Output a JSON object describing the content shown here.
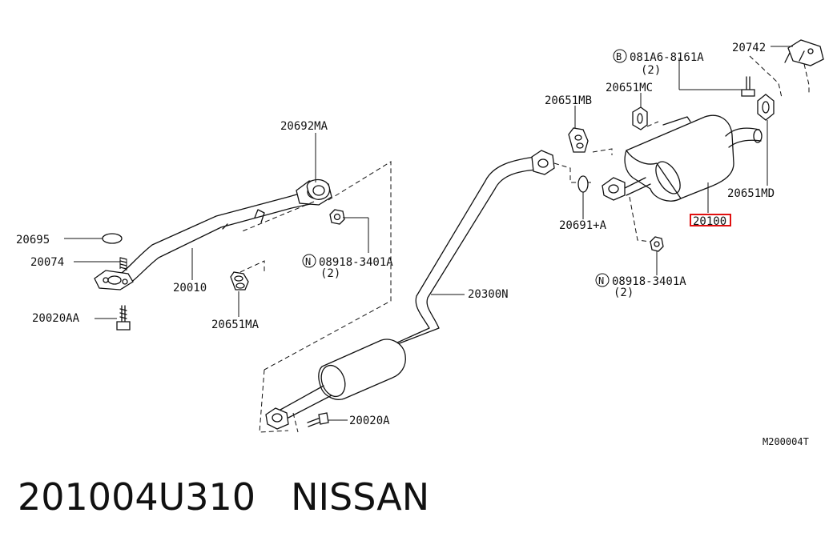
{
  "diagram": {
    "labels": {
      "p20742": "20742",
      "p081A6": "081A6-8161A",
      "p081A6_qty": "(2)",
      "p081A6_mark": "B",
      "p20651MC": "20651MC",
      "p20651MB": "20651MB",
      "p20692MA": "20692MA",
      "p20651MD": "20651MD",
      "p20100": "20100",
      "p20691A": "20691+A",
      "p08918_right": "08918-3401A",
      "p08918_right_qty": "(2)",
      "p08918_right_mark": "N",
      "p20695": "20695",
      "p20074": "20074",
      "p20010": "20010",
      "p08918_left": "08918-3401A",
      "p08918_left_qty": "(2)",
      "p08918_left_mark": "N",
      "p20300N": "20300N",
      "p20020AA": "20020AA",
      "p20651MA": "20651MA",
      "p20020A": "20020A",
      "figure_code": "M200004T"
    },
    "highlighted_part": "20100",
    "highlight_color": "#e01010"
  },
  "footer": {
    "part_number": "201004U310",
    "brand": "NISSAN"
  }
}
